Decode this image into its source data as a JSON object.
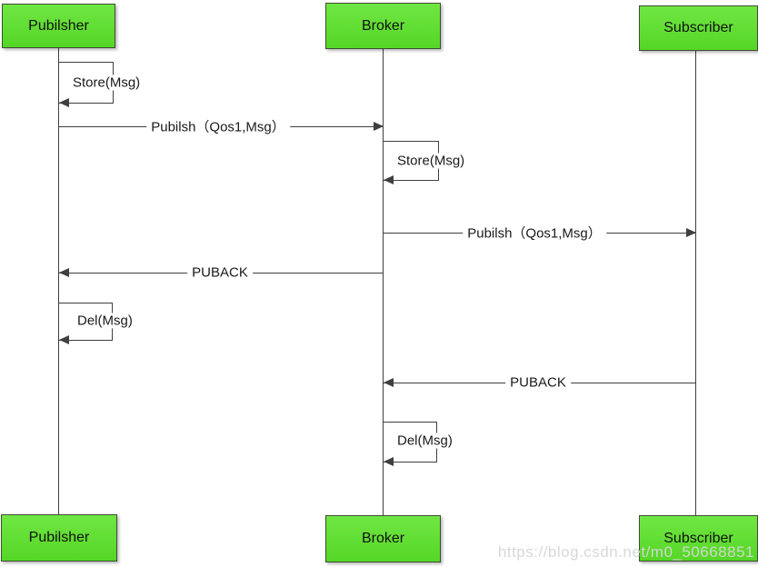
{
  "actors_top": [
    {
      "label": "Pubilsher"
    },
    {
      "label": "Broker"
    },
    {
      "label": "Subscriber"
    }
  ],
  "actors_bottom": [
    {
      "label": "Pubilsher"
    },
    {
      "label": "Broker"
    },
    {
      "label": "Subscriber"
    }
  ],
  "messages": [
    {
      "label": "Store(Msg)",
      "type": "self-message",
      "actor": "Pubilsher"
    },
    {
      "label": "Pubilsh（Qos1,Msg）",
      "type": "message",
      "from": "Pubilsher",
      "to": "Broker"
    },
    {
      "label": "Store(Msg)",
      "type": "self-message",
      "actor": "Broker"
    },
    {
      "label": "Pubilsh（Qos1,Msg）",
      "type": "message",
      "from": "Broker",
      "to": "Subscriber"
    },
    {
      "label": "PUBACK",
      "type": "message",
      "from": "Broker",
      "to": "Pubilsher"
    },
    {
      "label": "Del(Msg)",
      "type": "self-message",
      "actor": "Pubilsher"
    },
    {
      "label": "PUBACK",
      "type": "message",
      "from": "Subscriber",
      "to": "Broker"
    },
    {
      "label": "Del(Msg)",
      "type": "self-message",
      "actor": "Broker"
    }
  ],
  "watermark": {
    "text": "https://blog.csdn.net/m0_50668851"
  },
  "colors": {
    "actor_fill_top": "#70e743",
    "actor_fill_bottom": "#55d626",
    "actor_border": "#3f4d33",
    "line": "#3f3f3f",
    "watermark": "#d6d6d6"
  }
}
